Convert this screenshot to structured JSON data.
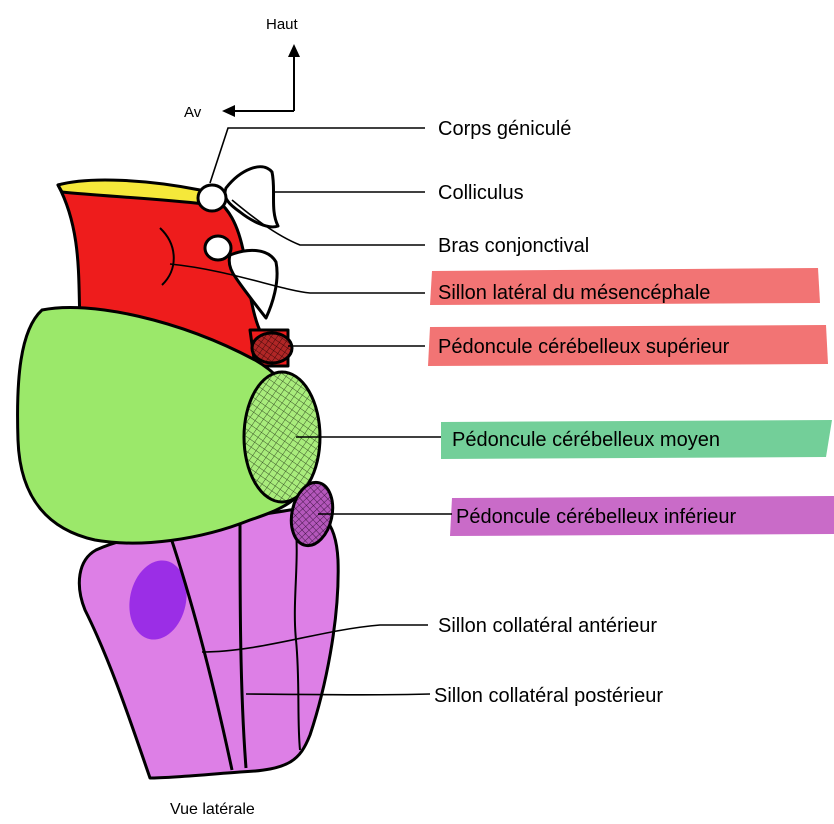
{
  "orientation": {
    "up": "Haut",
    "front": "Av"
  },
  "caption": "Vue latérale",
  "colors": {
    "midbrain": "#ee1c1c",
    "midbrain_top": "#f5e83a",
    "pons": "#9be86a",
    "medulla": "#dd7fe6",
    "olive": "#9b2ee6",
    "highlight_red": "#f27474",
    "highlight_green": "#73cf99",
    "highlight_purple": "#c96bc8"
  },
  "labels": [
    {
      "id": "corps-genicule",
      "text": "Corps géniculé",
      "highlight": "none"
    },
    {
      "id": "colliculus",
      "text": "Colliculus",
      "highlight": "none"
    },
    {
      "id": "bras-conjonctival",
      "text": "Bras conjonctival",
      "highlight": "none"
    },
    {
      "id": "sillon-lateral-mesencephale",
      "text": "Sillon latéral du mésencéphale",
      "highlight": "red"
    },
    {
      "id": "pedoncule-superieur",
      "text": "Pédoncule cérébelleux supérieur",
      "highlight": "red"
    },
    {
      "id": "pedoncule-moyen",
      "text": "Pédoncule cérébelleux moyen",
      "highlight": "green"
    },
    {
      "id": "pedoncule-inferieur",
      "text": "Pédoncule cérébelleux inférieur",
      "highlight": "purple"
    },
    {
      "id": "sillon-collateral-anterieur",
      "text": "Sillon collatéral antérieur",
      "highlight": "none"
    },
    {
      "id": "sillon-collateral-posterieur",
      "text": "Sillon collatéral postérieur",
      "highlight": "none"
    }
  ]
}
